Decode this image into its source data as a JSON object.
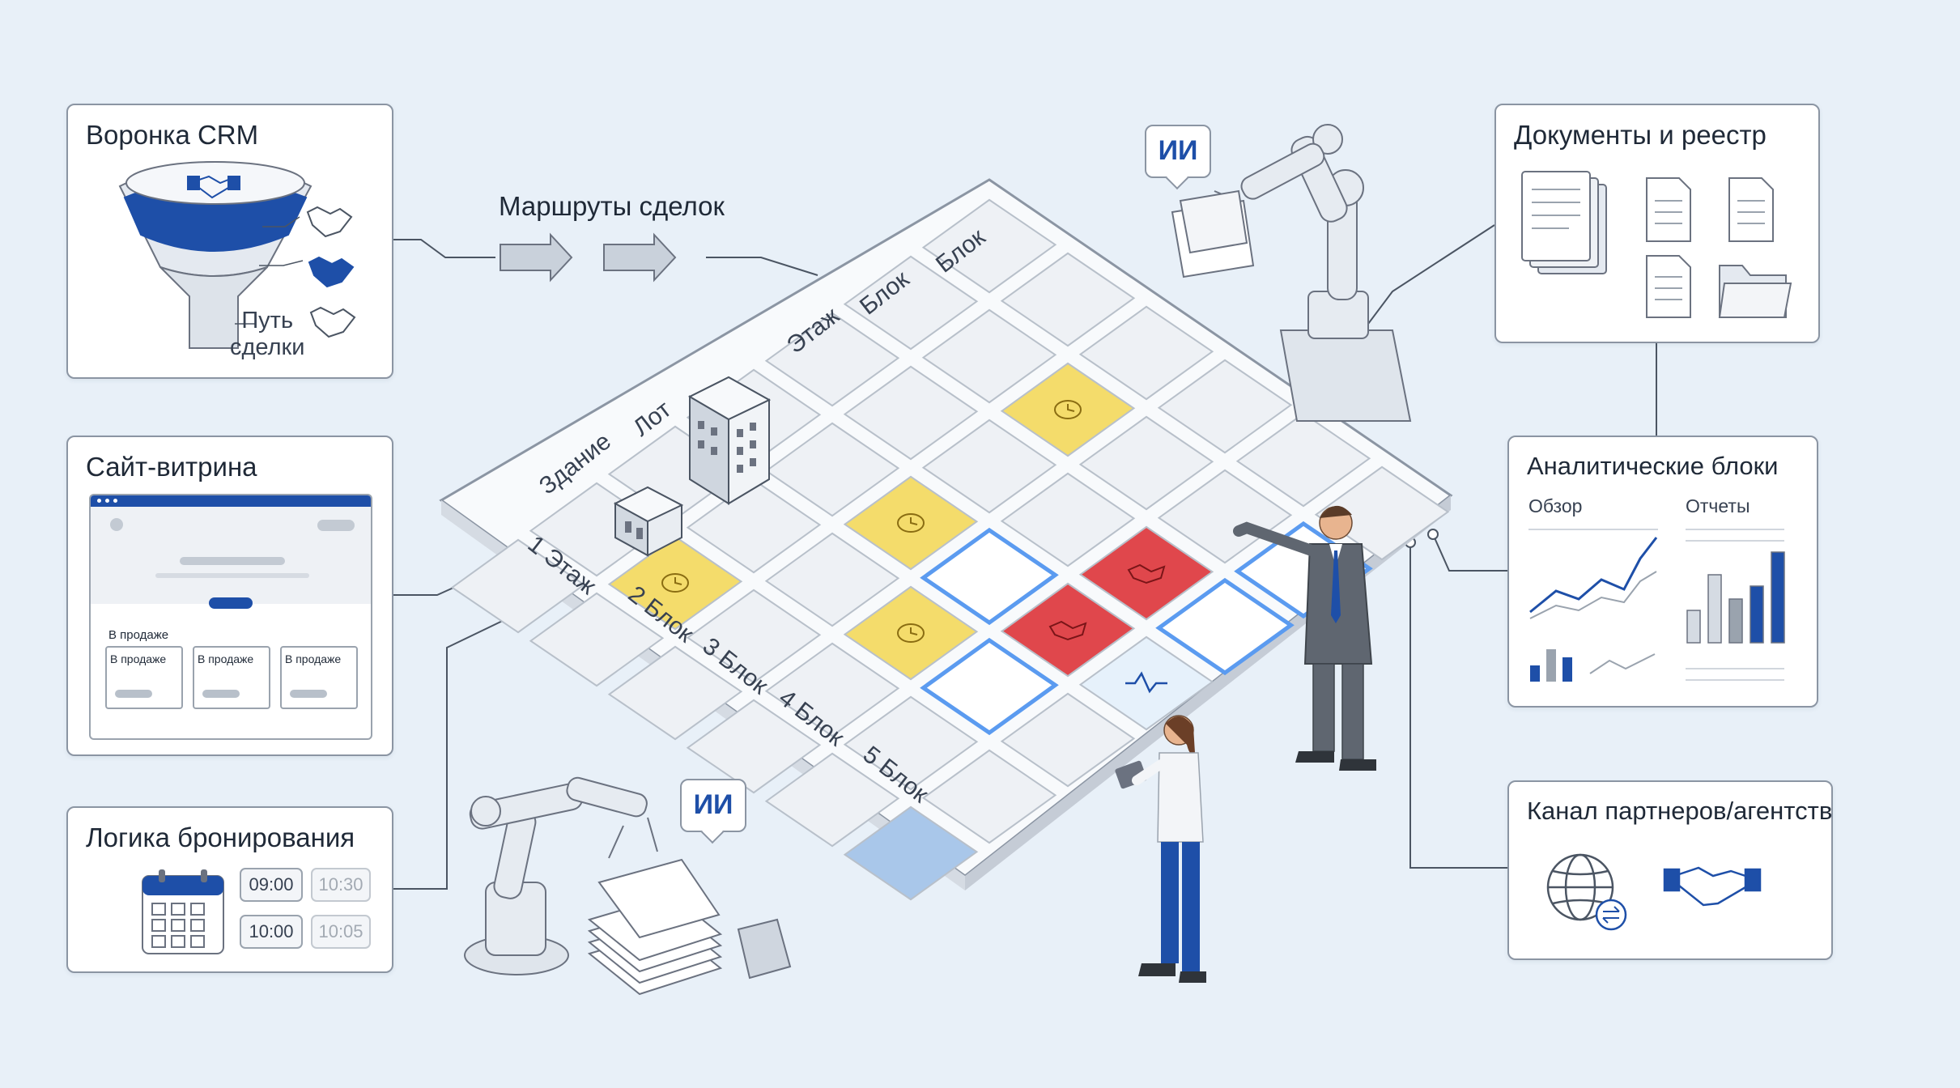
{
  "panels": {
    "crm": {
      "title": "Воронка CRM",
      "path_label_line1": "Путь",
      "path_label_line2": "сделки"
    },
    "storefront": {
      "title": "Сайт-витрина",
      "on_sale_heading": "В продаже",
      "card_label": "В продаже"
    },
    "booking": {
      "title": "Логика бронирования",
      "slots": [
        "09:00",
        "10:30",
        "10:00",
        "10:05"
      ]
    },
    "documents": {
      "title": "Документы и реестр"
    },
    "analytics": {
      "title": "Аналитические блоки",
      "overview_label": "Обзор",
      "reports_label": "Отчеты"
    },
    "partners": {
      "title": "Канал партнеров/агентств"
    }
  },
  "routes_label": "Маршруты сделок",
  "ai_badge": "ИИ",
  "board": {
    "top_labels": [
      "Здание",
      "Лот",
      "Этаж",
      "Блок",
      "Блок"
    ],
    "left_labels": [
      "1 Этаж",
      "2 Блок",
      "3 Блок",
      "4 Блок",
      "5 Блок"
    ]
  },
  "colors": {
    "accent_blue": "#1e4fa8",
    "reserved_yellow": "#f4dc6b",
    "sold_red": "#e0474c",
    "selected_glow": "#5b9bf0",
    "floor_blue": "#a9c7ea",
    "neutral_cell": "#eef1f5"
  },
  "icons": [
    "funnel-icon",
    "handshake-icon",
    "clock-icon",
    "building-icon",
    "document-icon",
    "folder-icon",
    "calendar-icon",
    "globe-icon",
    "robot-arm-icon",
    "line-chart-icon",
    "bar-chart-icon",
    "pulse-icon"
  ]
}
